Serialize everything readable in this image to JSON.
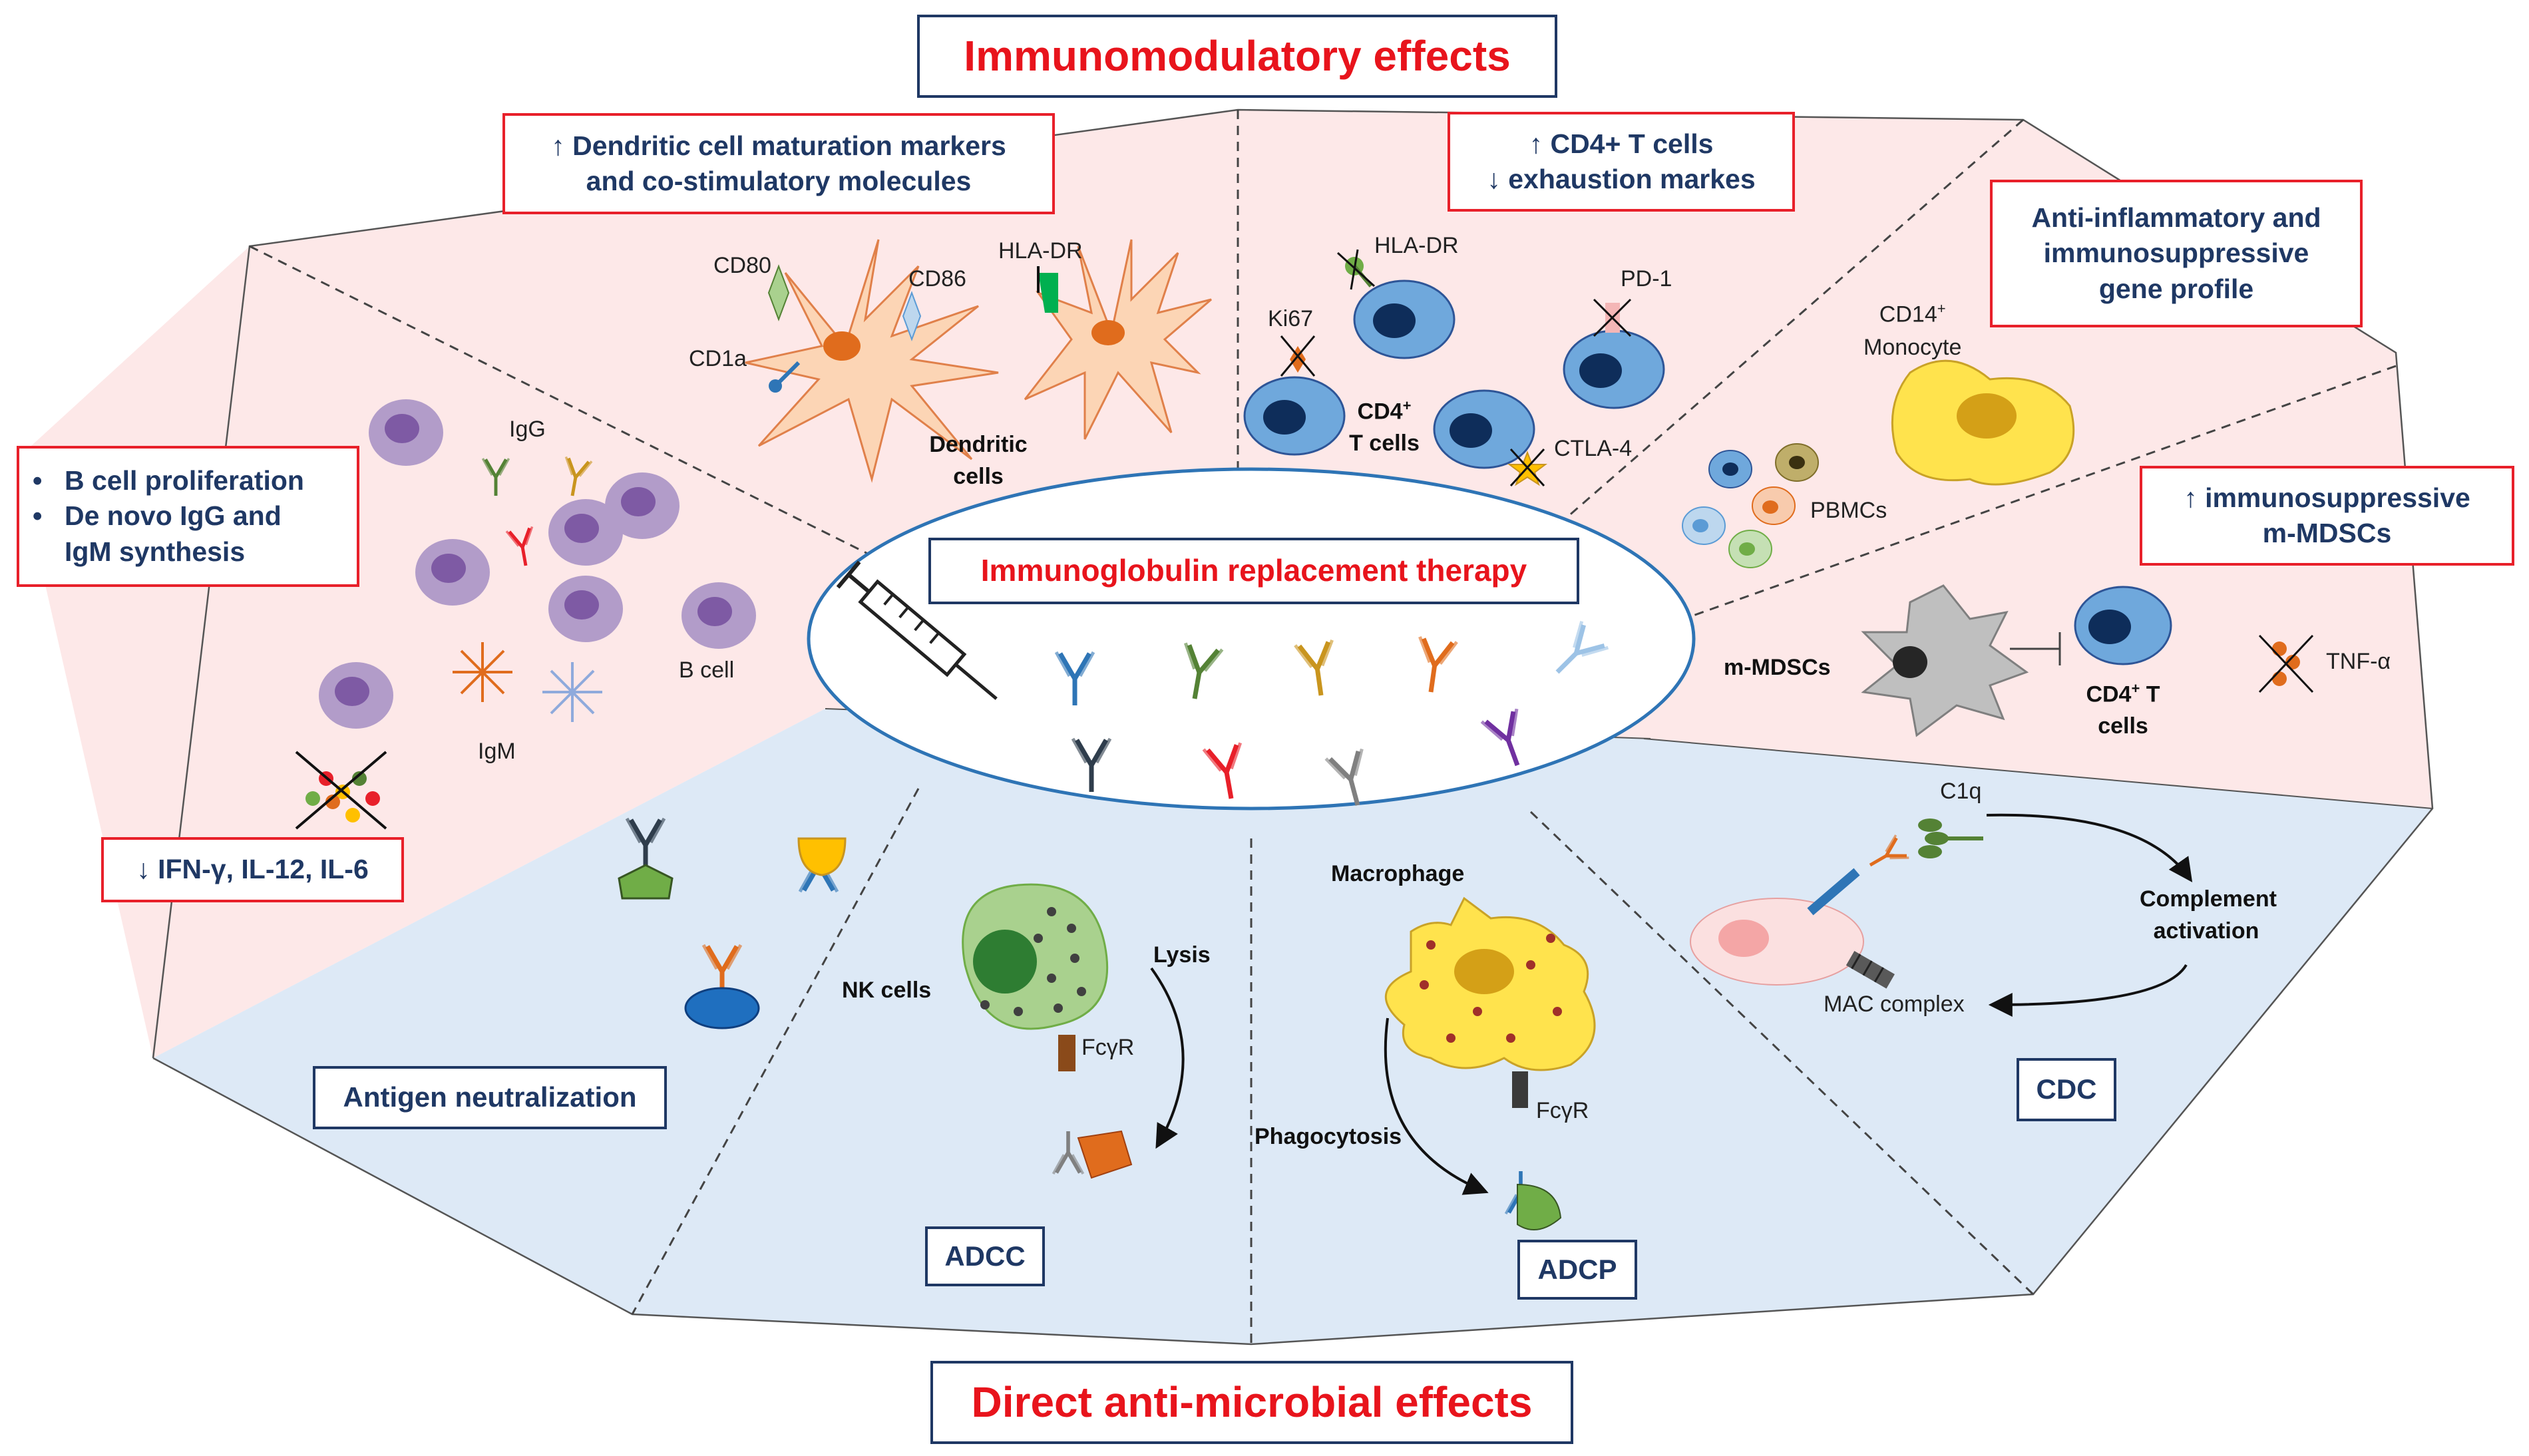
{
  "titles": {
    "top": "Immunomodulatory effects",
    "bottom": "Direct anti-microbial effects",
    "center": "Immunoglobulin replacement therapy"
  },
  "effect_boxes": {
    "dendritic": {
      "line1": "↑ Dendritic cell maturation markers",
      "line2": "and co-stimulatory molecules"
    },
    "tcells": {
      "line1": "↑ CD4+ T cells",
      "line2": "↓ exhaustion markes"
    },
    "antiinflammatory": {
      "line1": "Anti-inflammatory and",
      "line2": "immunosuppressive",
      "line3": "gene profile"
    },
    "bcell": {
      "item1": "B cell proliferation",
      "item2_line1": "De novo IgG and",
      "item2_line2": "IgM synthesis"
    },
    "mdsc": {
      "line1": "↑ immunosuppressive",
      "line2": "m-MDSCs"
    },
    "cytokines": {
      "text": "↓ IFN-γ, IL-12, IL-6"
    }
  },
  "mechanism_boxes": {
    "neutralization": "Antigen neutralization",
    "adcc": "ADCC",
    "adcp": "ADCP",
    "cdc": "CDC"
  },
  "labels": {
    "cd80": "CD80",
    "cd86": "CD86",
    "cd1a": "CD1a",
    "hla_dr_dc": "HLA-DR",
    "dendritic_cells_1": "Dendritic",
    "dendritic_cells_2": "cells",
    "hla_dr_t": "HLA-DR",
    "ki67": "Ki67",
    "pd1": "PD-1",
    "cd4_t_1": "CD4",
    "cd4_t_sup": "+",
    "cd4_t_2": "T cells",
    "ctla4": "CTLA-4",
    "cd14_1": "CD14",
    "cd14_sup": "+",
    "cd14_2": "Monocyte",
    "pbmcs": "PBMCs",
    "igg": "IgG",
    "igm": "IgM",
    "bcell": "B cell",
    "mmdscs": "m-MDSCs",
    "cd4_right_1": "CD4",
    "cd4_right_sup": "+",
    "cd4_right_1b": " T",
    "cd4_right_2": "cells",
    "tnf": "TNF-α",
    "nk": "NK cells",
    "lysis": "Lysis",
    "fcgr_nk": "FcγR",
    "macrophage": "Macrophage",
    "phagocytosis": "Phagocytosis",
    "fcgr_mac": "FcγR",
    "c1q": "C1q",
    "complement_1": "Complement",
    "complement_2": "activation",
    "mac_complex": "MAC complex"
  },
  "colors": {
    "pink_region": "#fde8e8",
    "blue_region": "#dde9f6",
    "title_red": "#e8141c",
    "box_text_navy": "#1f3864",
    "b_cell": "#b29cc9",
    "dendritic_cell": "#fcd5b5",
    "t_cell": "#6fa8dc",
    "monocyte": "#ffe34d",
    "nk_cell": "#a9d18e",
    "macrophage": "#ffe34d"
  }
}
